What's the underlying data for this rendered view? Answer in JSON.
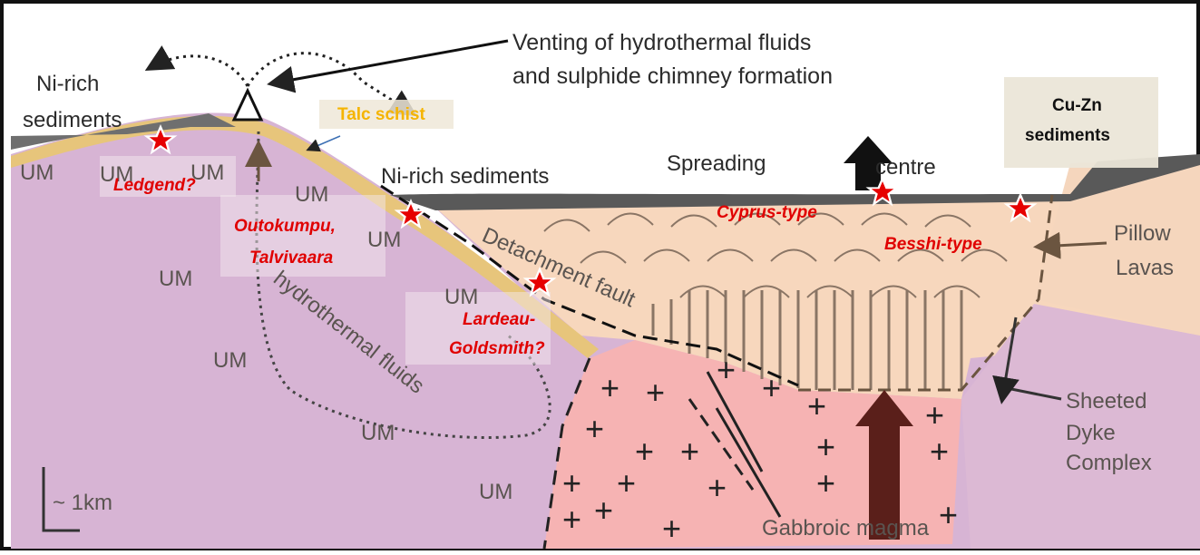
{
  "labels": {
    "venting_line1": "Venting of hydrothermal fluids",
    "venting_line2": "and sulphide chimney formation",
    "ni_rich_line1": "Ni-rich",
    "ni_rich_line2": "sediments",
    "talc_schist": "Talc schist",
    "cu_zn_line1": "Cu-Zn",
    "cu_zn_line2": "sediments",
    "ni_rich_sediments": "Ni-rich sediments",
    "spreading": "Spreading",
    "centre": "centre",
    "um": "UM",
    "detachment_fault": "Detachment fault",
    "hydrothermal_fluids": "hydrothermal fluids",
    "pillow_line1": "Pillow",
    "pillow_line2": "Lavas",
    "sheeted_line1": "Sheeted",
    "sheeted_line2": "Dyke",
    "sheeted_line3": "Complex",
    "gabbroic_magma": "Gabbroic magma",
    "scale": "~ 1km"
  },
  "deposits": {
    "ledgend": "Ledgend?",
    "outokumpu_line1": "Outokumpu,",
    "outokumpu_line2": "Talvivaara",
    "lardeau_line1": "Lardeau-",
    "lardeau_line2": "Goldsmith?",
    "cyprus": "Cyprus-type",
    "besshi": "Besshi-type"
  },
  "colors": {
    "ultramafic": "#d7b4d4",
    "oceanic_crust": "#f7d7bd",
    "gabbro": "#f6b3b3",
    "talc": "#e7c57b",
    "sediment": "#6f6f6f",
    "star": "#e60000"
  }
}
